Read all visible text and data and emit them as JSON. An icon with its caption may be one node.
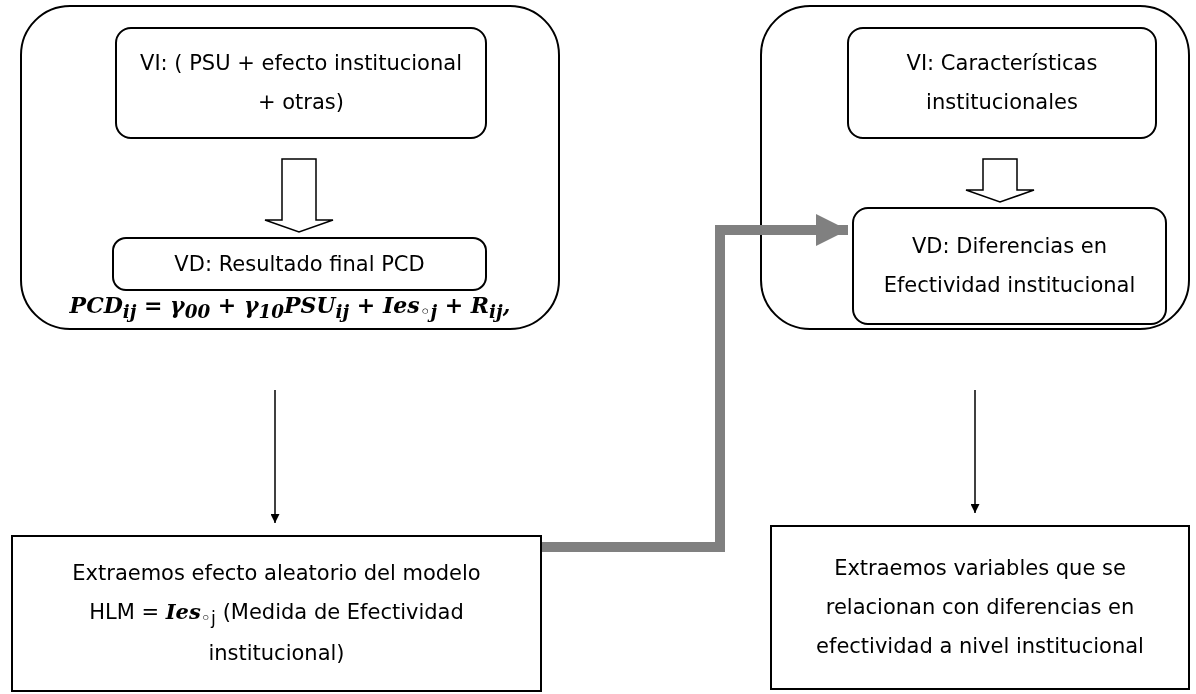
{
  "diagram": {
    "nodes": [
      {
        "text": [
          "PCD$_{ij}$ = γ$_{00}$ + γ$_{10}$PSU$_{ij}$ + Ies$_{◦j}$ + R$_{ij}$,"
        ]
      },
      {
        "text": [
          "VI: ( PSU + efecto institucional + otras)"
        ],
        "in": 0
      },
      {
        "text": [
          "VD: Resultado final PCD"
        ],
        "in": 0
      },
      {
        "text": [],
        "shape": "box"
      },
      {
        "text": [
          "VI: Características institucionales"
        ],
        "in": 3
      },
      {
        "text": [
          "VD: Diferencias en Efectividad institucional"
        ],
        "in": 3
      },
      {
        "text": [
          "Extraemos efecto aleatorio del modelo HLM = **Ies**$_{◦j}$ (Medida de Efectividad institucional)"
        ]
      },
      {
        "text": [
          "Extraemos variables que se relacionan con diferencias en efectividad a nivel institucional"
        ]
      }
    ],
    "edges": [
      {
        "from": 1,
        "to": 2,
        "arrow": "to"
      },
      {
        "from": 4,
        "to": 5,
        "arrow": "to"
      },
      {
        "from": 0,
        "to": 6,
        "arrow": "to"
      },
      {
        "from": 6,
        "to": 5,
        "arrow": "to",
        "style": "thick",
        "color": "#808080"
      },
      {
        "from": 3,
        "to": 7,
        "arrow": "to"
      }
    ]
  }
}
